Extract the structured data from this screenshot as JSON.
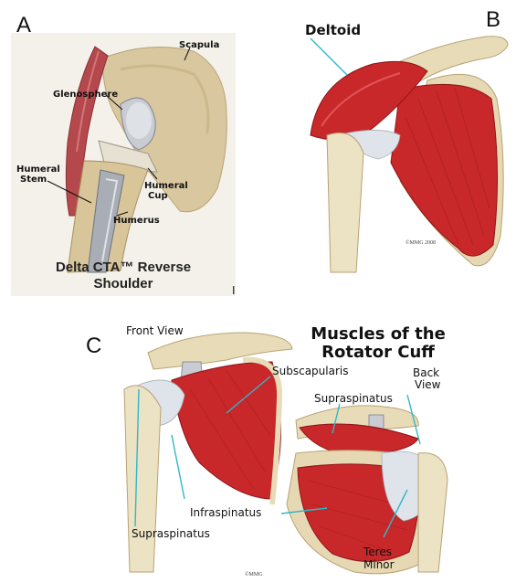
{
  "panels": {
    "a": {
      "letter": "A",
      "labels": {
        "scapula": "Scapula",
        "glenosphere": "Glenosphere",
        "humeral_stem_1": "Humeral",
        "humeral_stem_2": "Stem",
        "humeral_cup_1": "Humeral",
        "humeral_cup_2": "Cup",
        "humerus": "Humerus"
      },
      "caption_line1": "Delta CTA™ Reverse",
      "caption_line2": "Shoulder"
    },
    "b": {
      "letter": "B",
      "labels": {
        "deltoid": "Deltoid"
      },
      "copyright": "©MMG 2008"
    },
    "c": {
      "letter": "C",
      "title_line1": "Muscles of the",
      "title_line2": "Rotator Cuff",
      "labels": {
        "front_view": "Front View",
        "back_view_1": "Back",
        "back_view_2": "View",
        "subscapularis": "Subscapularis",
        "supraspinatus_top": "Supraspinatus",
        "infraspinatus": "Infraspinatus",
        "supraspinatus_bottom": "Supraspinatus",
        "teres_minor_1": "Teres",
        "teres_minor_2": "Minor"
      },
      "copyright": "©MMG"
    },
    "stray_mark": "I"
  },
  "colors": {
    "muscle_red": "#c8282a",
    "muscle_dark": "#8e1418",
    "bone": "#e8dcb8",
    "bone_shadow": "#c9b98c",
    "tendon": "#dfe3ea",
    "pointer_line": "#2fb8c8",
    "metal": "#b8bcc4"
  }
}
